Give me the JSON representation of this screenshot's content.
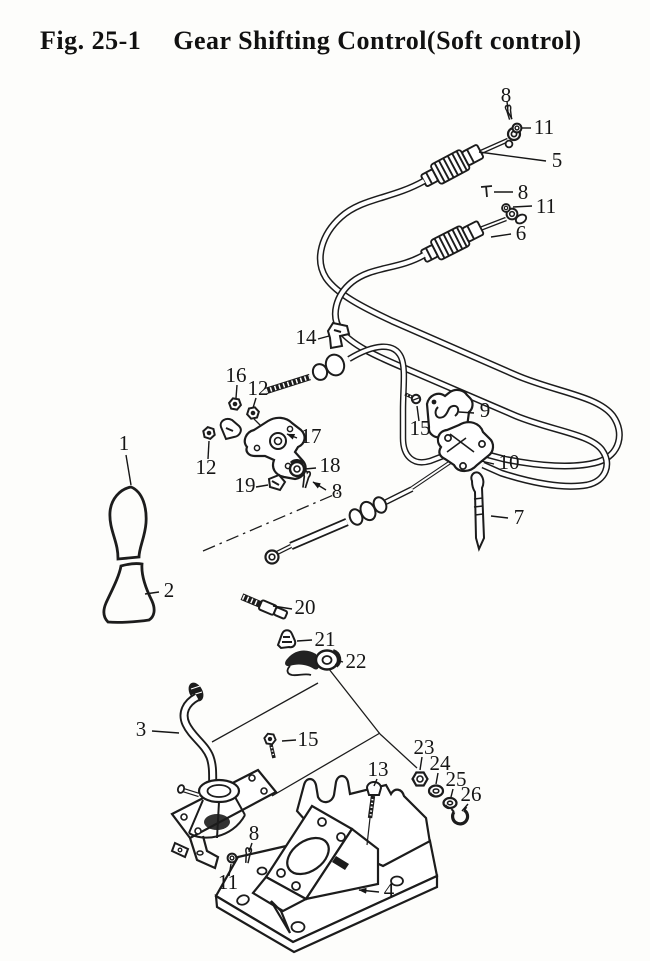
{
  "figure": {
    "label": "Fig. 25-1",
    "title": "Gear Shifting Control(Soft control)"
  },
  "callouts": [
    {
      "label": "8"
    },
    {
      "label": "11"
    },
    {
      "label": "5"
    },
    {
      "label": "8"
    },
    {
      "label": "11"
    },
    {
      "label": "6"
    },
    {
      "label": "14"
    },
    {
      "label": "16"
    },
    {
      "label": "12"
    },
    {
      "label": "12"
    },
    {
      "label": "17"
    },
    {
      "label": "15"
    },
    {
      "label": "9"
    },
    {
      "label": "10"
    },
    {
      "label": "18"
    },
    {
      "label": "19"
    },
    {
      "label": "8"
    },
    {
      "label": "7"
    },
    {
      "label": "1"
    },
    {
      "label": "2"
    },
    {
      "label": "20"
    },
    {
      "label": "21"
    },
    {
      "label": "22"
    },
    {
      "label": "3"
    },
    {
      "label": "15"
    },
    {
      "label": "13"
    },
    {
      "label": "23"
    },
    {
      "label": "24"
    },
    {
      "label": "25"
    },
    {
      "label": "26"
    },
    {
      "label": "8"
    },
    {
      "label": "11"
    },
    {
      "label": "4"
    }
  ]
}
